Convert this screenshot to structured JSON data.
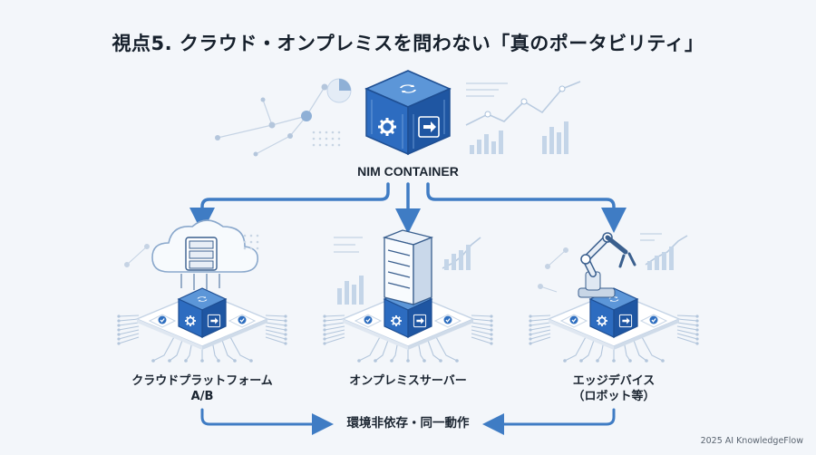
{
  "title": "視点5. クラウド・オンプレミスを問わない「真のポータビリティ」",
  "center_node": {
    "label": "NIM CONTAINER"
  },
  "targets": [
    {
      "label": "クラウドプラットフォーム\nA/B"
    },
    {
      "label": "オンプレミスサーバー"
    },
    {
      "label": "エッジデバイス\n（ロボット等）"
    }
  ],
  "bottom_note": "環境非依存・同一動作",
  "footer": "2025 AI KnowledgeFlow",
  "colors": {
    "accent": "#2f6fc0",
    "cube_front": "#2d6cc0",
    "cube_top": "#5c96d8",
    "cube_side": "#1b4f98",
    "arrow": "#4a86c8"
  },
  "icons": [
    "refresh-icon",
    "gear-icon",
    "arrow-right-icon",
    "cloud-icon",
    "server-icon",
    "robot-arm-icon",
    "check-icon"
  ]
}
